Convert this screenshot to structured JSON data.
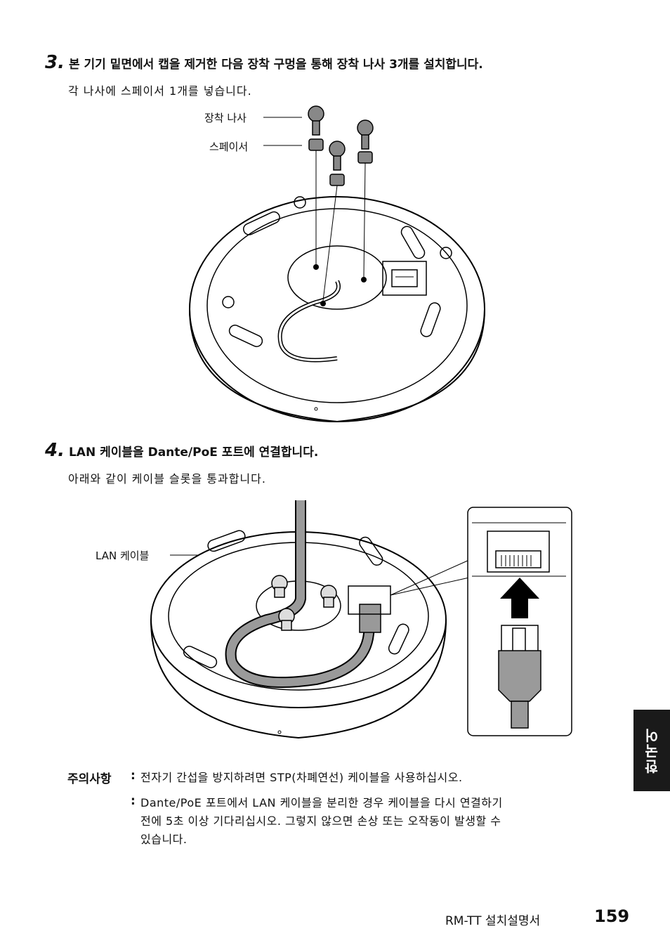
{
  "step3": {
    "number": "3.",
    "title": "본 기기 밑면에서 캡을 제거한 다음 장착 구멍을 통해 장착 나사 3개를 설치합니다.",
    "subtitle": "각 나사에 스페이서 1개를 넣습니다.",
    "callout_screw": "장착 나사",
    "callout_spacer": "스페이서"
  },
  "step4": {
    "number": "4.",
    "title": "LAN 케이블을 Dante/PoE 포트에 연결합니다.",
    "subtitle": "아래와 같이 케이블 슬롯을 통과합니다.",
    "callout_cable": "LAN 케이블"
  },
  "notes": {
    "label": "주의사항",
    "colon": ":",
    "note1": "전자기 간섭을 방지하려면 STP(차폐연선) 케이블을 사용하십시오.",
    "note2_line1": "Dante/PoE 포트에서 LAN 케이블을 분리한 경우 케이블을 다시 연결하기",
    "note2_line2": "전에 5초 이상 기다리십시오. 그렇지 않으면 손상 또는 오작동이 발생할 수",
    "note2_line3": "있습니다."
  },
  "side_tab": "한국어",
  "footer": {
    "doc_title": "RM-TT 설치설명서",
    "page_number": "159"
  }
}
